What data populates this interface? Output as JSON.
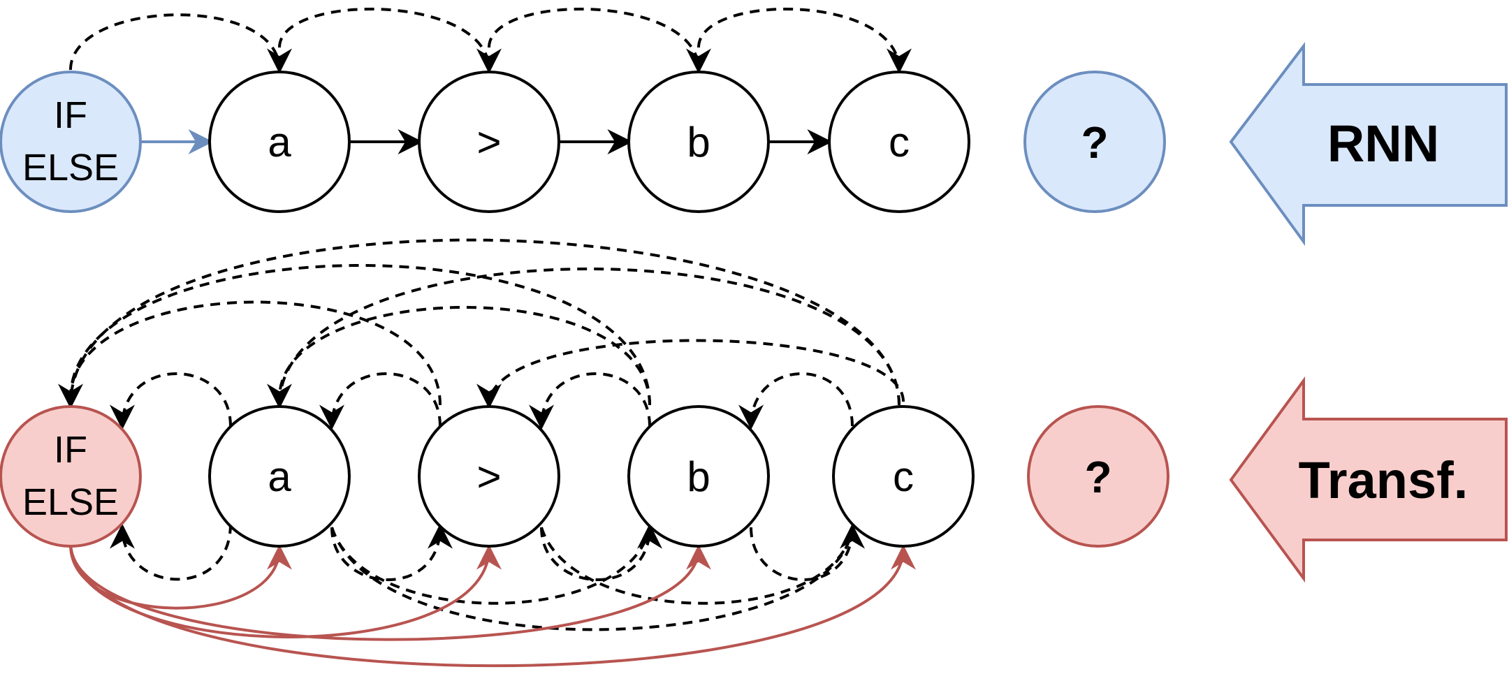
{
  "colors": {
    "rnn_fill": "#dae8fc",
    "rnn_stroke": "#6c8ebf",
    "transf_fill": "#f8cecc",
    "transf_stroke": "#b85450",
    "node_stroke": "#000000",
    "node_fill": "#ffffff"
  },
  "rnn_row": {
    "start_node": {
      "line1": "IF",
      "line2": "ELSE"
    },
    "tokens": [
      "a",
      ">",
      "b",
      "c"
    ],
    "query": "?",
    "label": "RNN"
  },
  "transformer_row": {
    "start_node": {
      "line1": "IF",
      "line2": "ELSE"
    },
    "tokens": [
      "a",
      ">",
      "b",
      "c"
    ],
    "query": "?",
    "label": "Transf."
  }
}
